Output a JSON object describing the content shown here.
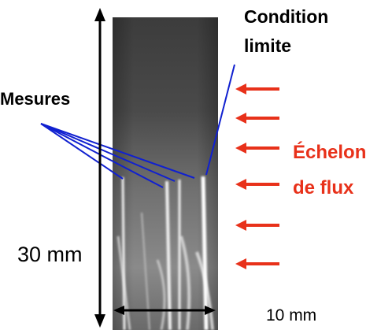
{
  "labels": {
    "condition_line1": "Condition",
    "condition_line2": "limite",
    "mesures": "Mesures",
    "echelon_line1": "Échelon",
    "echelon_line2": "de flux",
    "height": "30 mm",
    "width": "10 mm"
  },
  "colors": {
    "heat_flux": "#e8311a",
    "probe_lines": "#1020d0",
    "dimension": "#000000"
  },
  "heat_flux_arrow_count": 6,
  "probe_count": 4
}
